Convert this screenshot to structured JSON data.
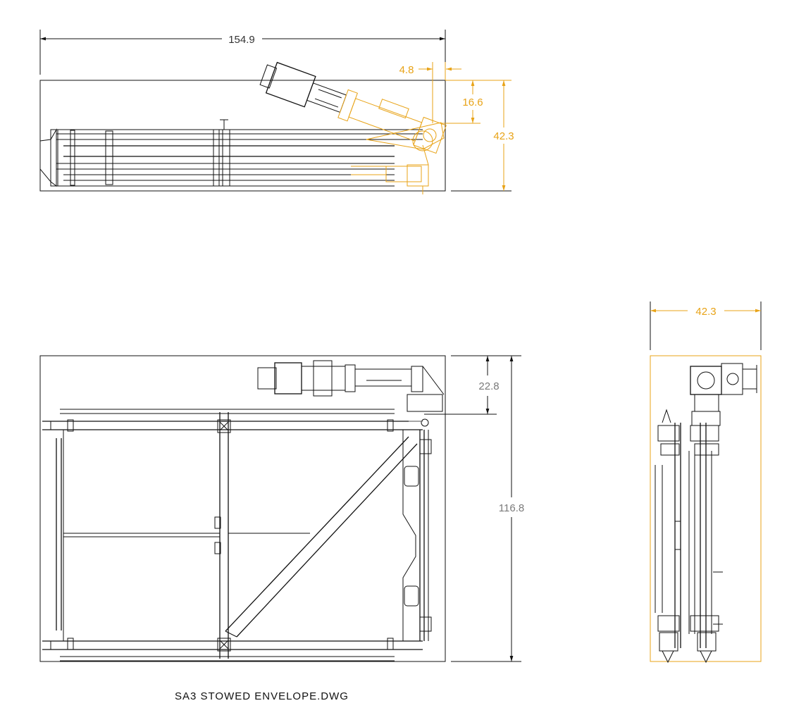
{
  "drawing_title": "SA3 STOWED ENVELOPE.DWG",
  "side_view": {
    "dim_length": "154.9",
    "dim_offset": "4.8",
    "dim_arm_height": "16.6",
    "dim_height": "42.3"
  },
  "plan_view": {
    "dim_arm_depth": "22.8",
    "dim_length": "116.8"
  },
  "end_view": {
    "dim_width": "42.3"
  },
  "colors": {
    "line": "#111111",
    "dimension_orange": "#e8a317",
    "dimension_gray": "#7a7a7a"
  }
}
